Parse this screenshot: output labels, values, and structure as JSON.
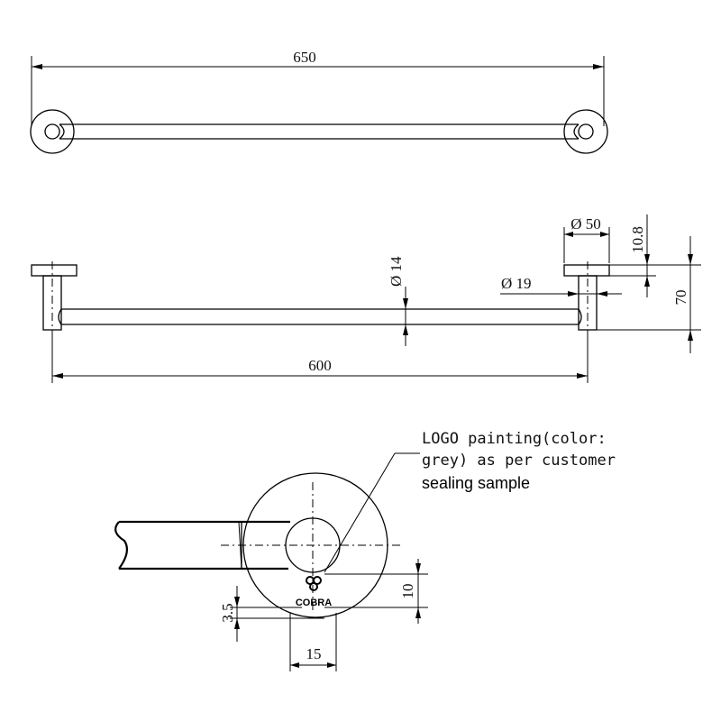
{
  "top_view": {
    "overall_length": "650"
  },
  "front_view": {
    "rod_diameter": "Ø 14",
    "flange_diameter": "Ø 50",
    "post_diameter": "Ø 19",
    "flange_thickness": "10.8",
    "height": "70",
    "rod_length": "600"
  },
  "detail_view": {
    "logo_note_line1": "LOGO painting(color:",
    "logo_note_line2": "grey) as per customer",
    "logo_note_line3": "sealing sample",
    "logo_text": "COBRA",
    "logo_height": "10",
    "logo_offset": "3.5",
    "logo_width": "15"
  }
}
